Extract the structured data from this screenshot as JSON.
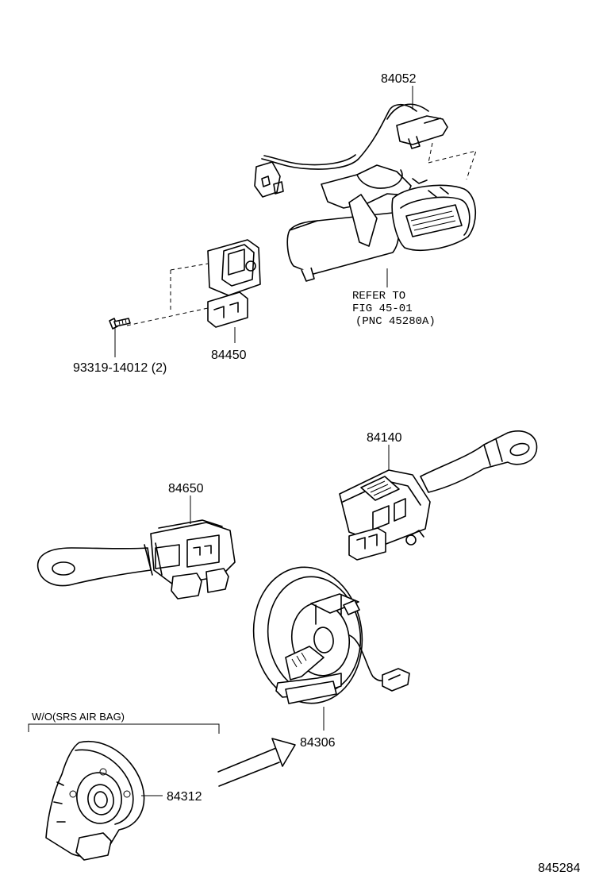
{
  "diagram_id": "845284",
  "callouts": {
    "p84052": "84052",
    "p84450": "84450",
    "screw": "93319-14012 (2)",
    "p84140": "84140",
    "p84650": "84650",
    "p84306": "84306",
    "p84312": "84312"
  },
  "reference": {
    "line1": "REFER TO",
    "line2": "FIG 45-01",
    "line3": "(PNC 45280A)"
  },
  "variant_label": "W/O(SRS AIR BAG)",
  "colors": {
    "line": "#000000",
    "background": "#ffffff"
  }
}
